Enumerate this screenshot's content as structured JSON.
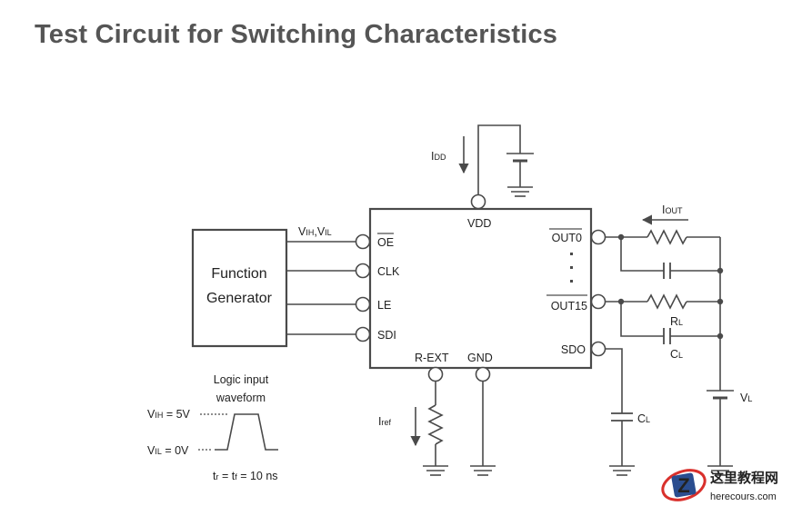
{
  "title": "Test Circuit for Switching Characteristics",
  "generator": {
    "line1": "Function",
    "line2": "Generator"
  },
  "input_levels": {
    "main": "V",
    "sub1": "IH",
    "sep": ",V",
    "sub2": "IL"
  },
  "pins_left": [
    "OE",
    "CLK",
    "LE",
    "SDI"
  ],
  "pins_right": [
    "OUT0",
    "OUT15",
    "SDO"
  ],
  "pins_top": "VDD",
  "pins_bottom": [
    "R-EXT",
    "GND"
  ],
  "currents": {
    "idd_main": "I",
    "idd_sub": "DD",
    "iout_main": "I",
    "iout_sub": "OUT",
    "iref_main": "I",
    "iref_sub": "ref"
  },
  "components": {
    "rl_main": "R",
    "rl_sub": "L",
    "cl_main": "C",
    "cl_sub": "L",
    "cl2_main": "C",
    "cl2_sub": "L",
    "vl_main": "V",
    "vl_sub": "L"
  },
  "waveform": {
    "title_line1": "Logic input",
    "title_line2": "waveform",
    "vih_main": "V",
    "vih_sub": "IH",
    "vih_val": " = 5V",
    "vil_main": "V",
    "vil_sub": "IL",
    "vil_val": " = 0V",
    "timing": "t",
    "timing_sub1": "r",
    "timing_mid": " = t",
    "timing_sub2": "f",
    "timing_end": " = 10 ns"
  },
  "watermark": {
    "cn": "这里教程网",
    "en": "herecours.com",
    "logo_letter": "Z"
  }
}
